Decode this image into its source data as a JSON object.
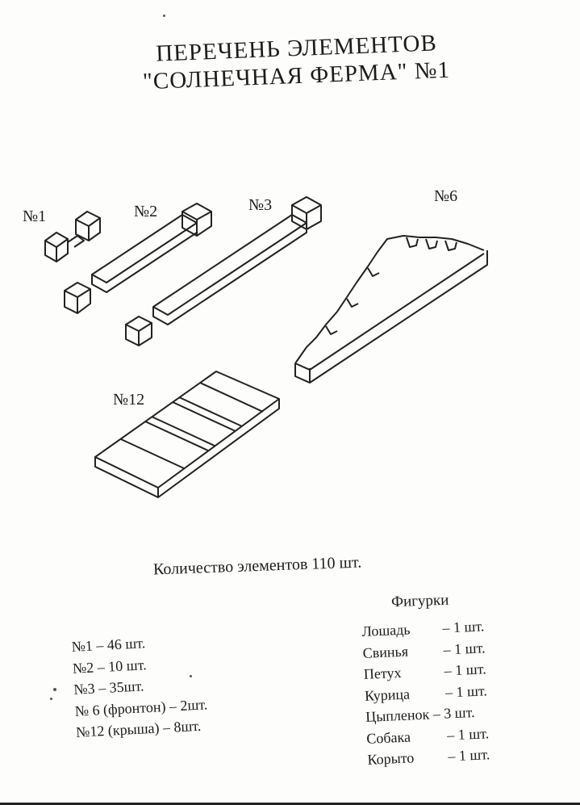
{
  "title": {
    "line1": "ПЕРЕЧЕНЬ  ЭЛЕМЕНТОВ",
    "line2": "\"СОЛНЕЧНАЯ ФЕРМА\"  №1"
  },
  "parts": [
    {
      "label": "№1"
    },
    {
      "label": "№2"
    },
    {
      "label": "№3"
    },
    {
      "label": "№6"
    },
    {
      "label": "№12"
    }
  ],
  "total": "Количество элементов 110 шт.",
  "elements_list": [
    "№1 – 46 шт.",
    "№2 – 10 шт.",
    "№3 – 35шт.",
    "№ 6 (фронтон) – 2шт.",
    "№12 (крыша) – 8шт."
  ],
  "figures": {
    "title": "Фигурки",
    "items": [
      {
        "name": "Лошадь",
        "qty": "– 1 шт."
      },
      {
        "name": "Свинья",
        "qty": "– 1 шт."
      },
      {
        "name": "Петух",
        "qty": "– 1 шт."
      },
      {
        "name": "Курица",
        "qty": "– 1 шт."
      },
      {
        "name": "Цыпленок",
        "qty": "– 3 шт."
      },
      {
        "name": "Собака",
        "qty": "– 1 шт."
      },
      {
        "name": "Корыто",
        "qty": "– 1 шт."
      }
    ]
  }
}
